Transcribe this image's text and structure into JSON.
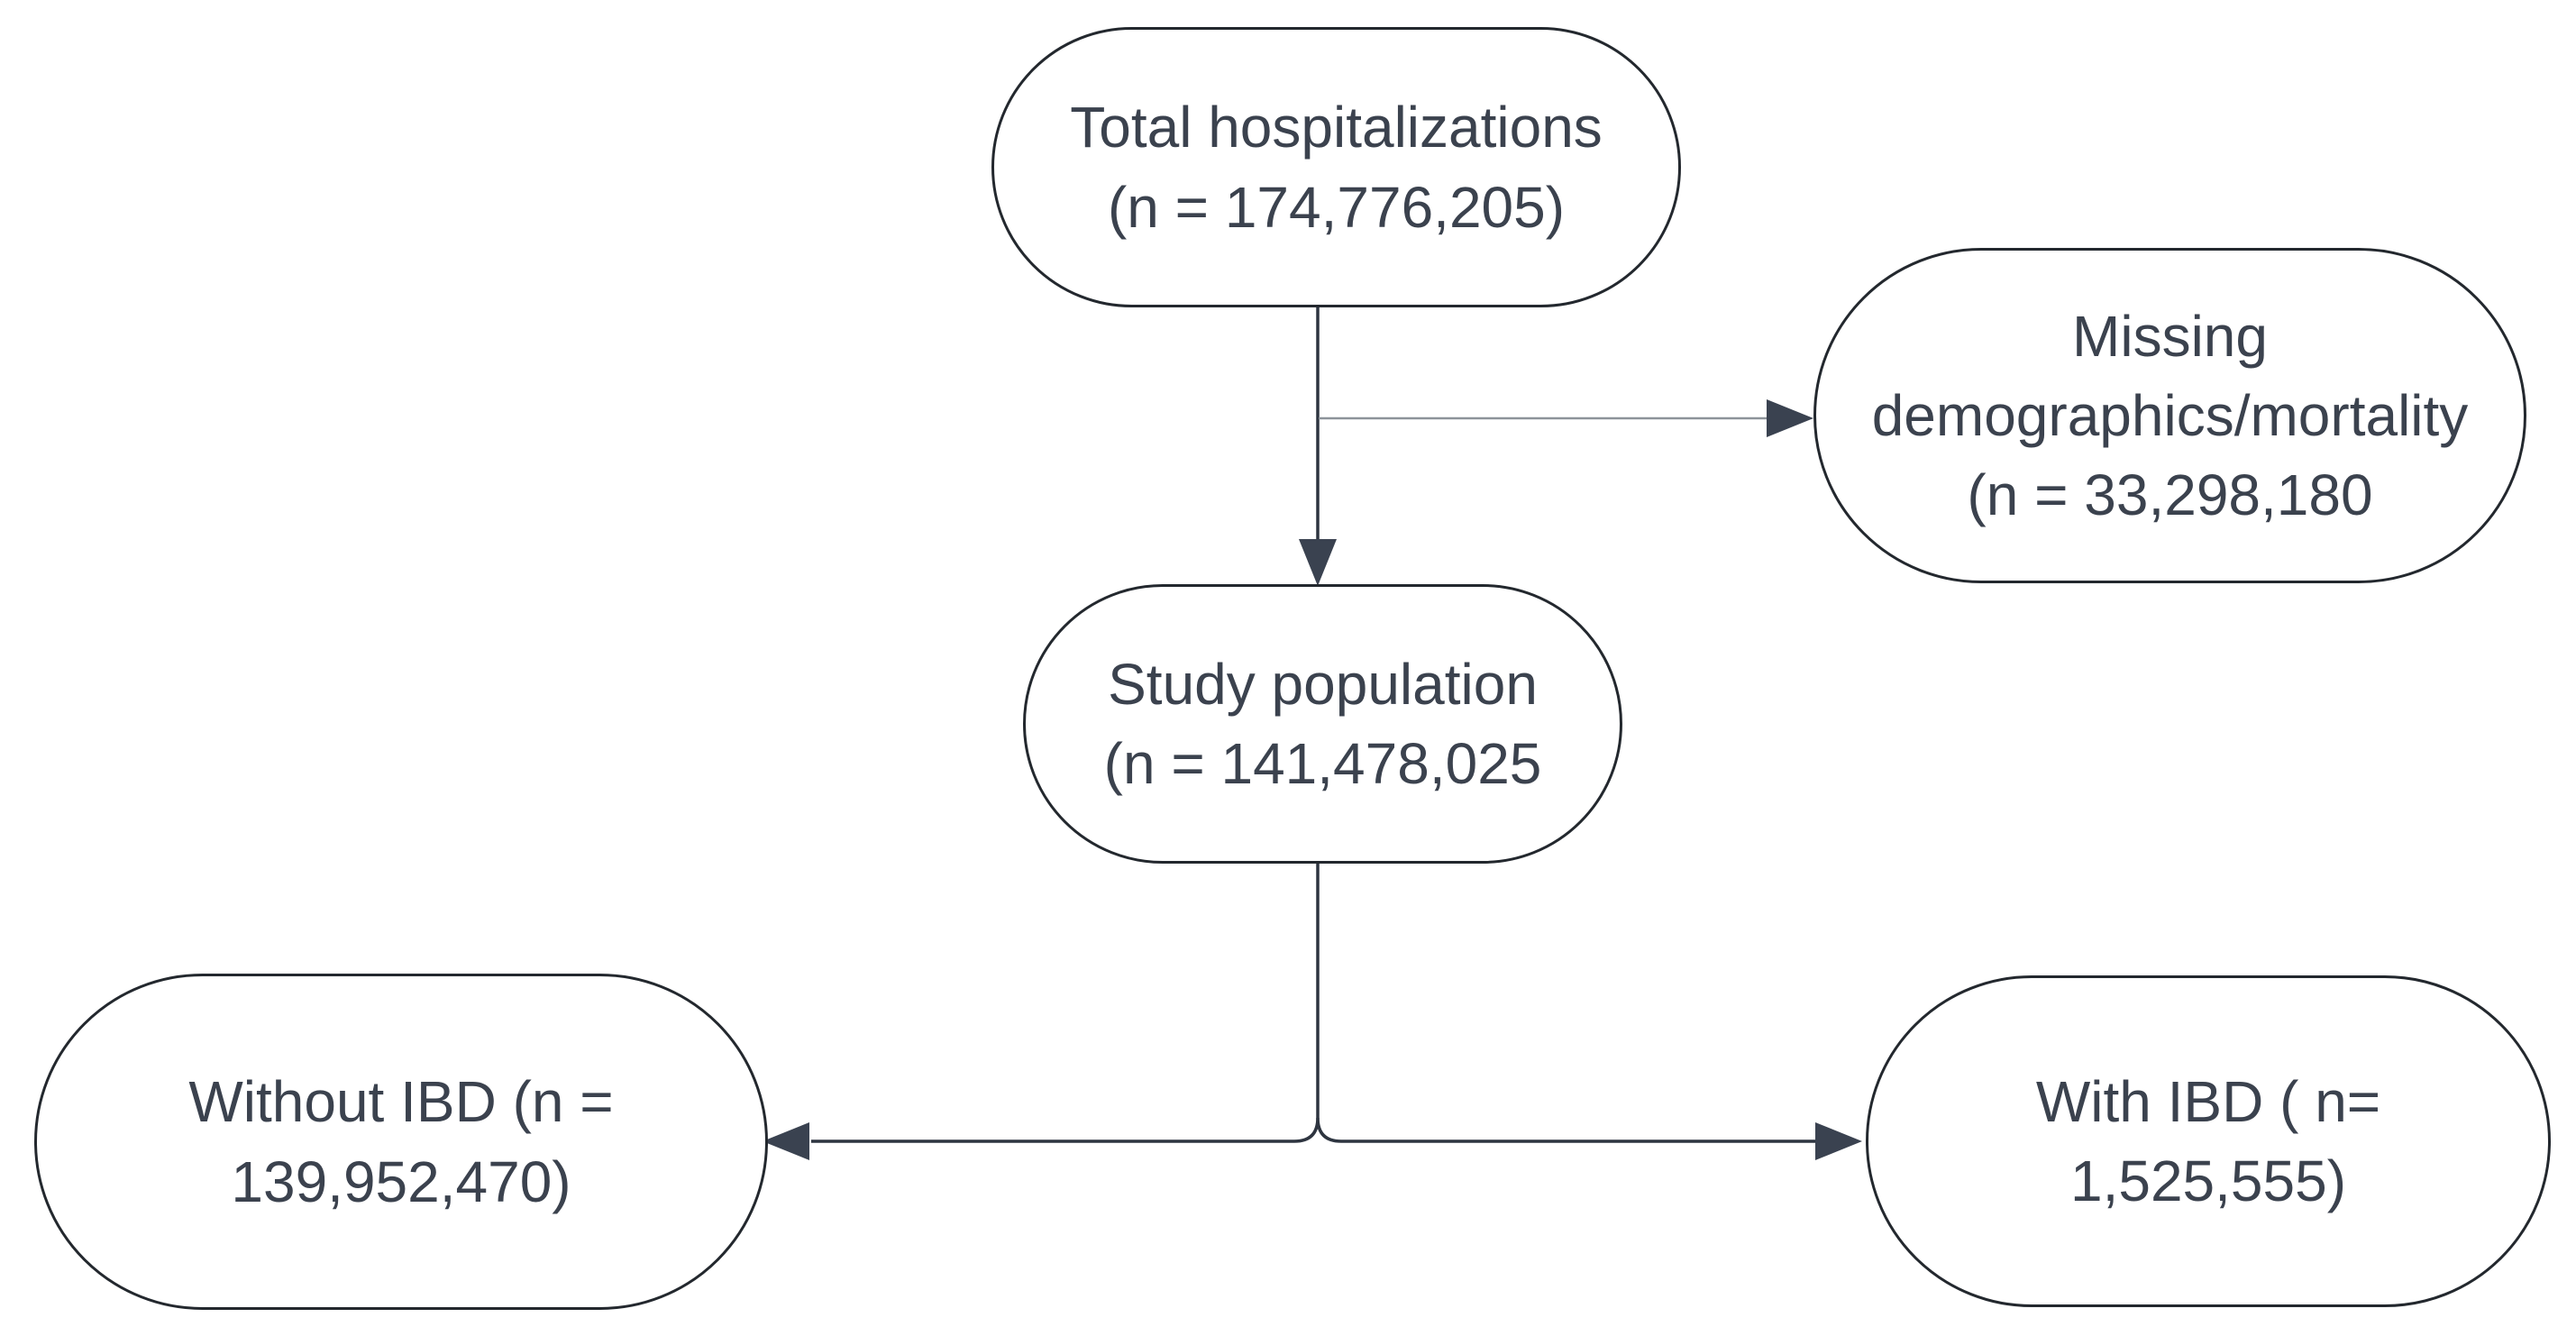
{
  "diagram_type": "flowchart",
  "nodes": {
    "total": {
      "lines": [
        "Total hospitalizations",
        "(n = 174,776,205)"
      ]
    },
    "missing": {
      "lines": [
        "Missing",
        "demographics/mortality",
        "(n = 33,298,180"
      ]
    },
    "study": {
      "lines": [
        "Study population",
        "(n = 141,478,025"
      ]
    },
    "without_ibd": {
      "lines": [
        "Without IBD (n =",
        "139,952,470)"
      ]
    },
    "with_ibd": {
      "lines": [
        "With IBD ( n=",
        "1,525,555)"
      ]
    }
  },
  "edges": [
    {
      "from": "total",
      "to": "study",
      "direction": "down"
    },
    {
      "from": "total",
      "to": "missing",
      "direction": "right",
      "style": "thin-gray"
    },
    {
      "from": "study",
      "to": "without_ibd",
      "direction": "left"
    },
    {
      "from": "study",
      "to": "with_ibd",
      "direction": "right"
    }
  ],
  "colors": {
    "background": "#ffffff",
    "node-fill": "#ffffff",
    "node-border": "#23282e",
    "text": "#3b424e",
    "line": "#2e3540",
    "branch": "#8d939a",
    "arrow": "#3a4250"
  }
}
